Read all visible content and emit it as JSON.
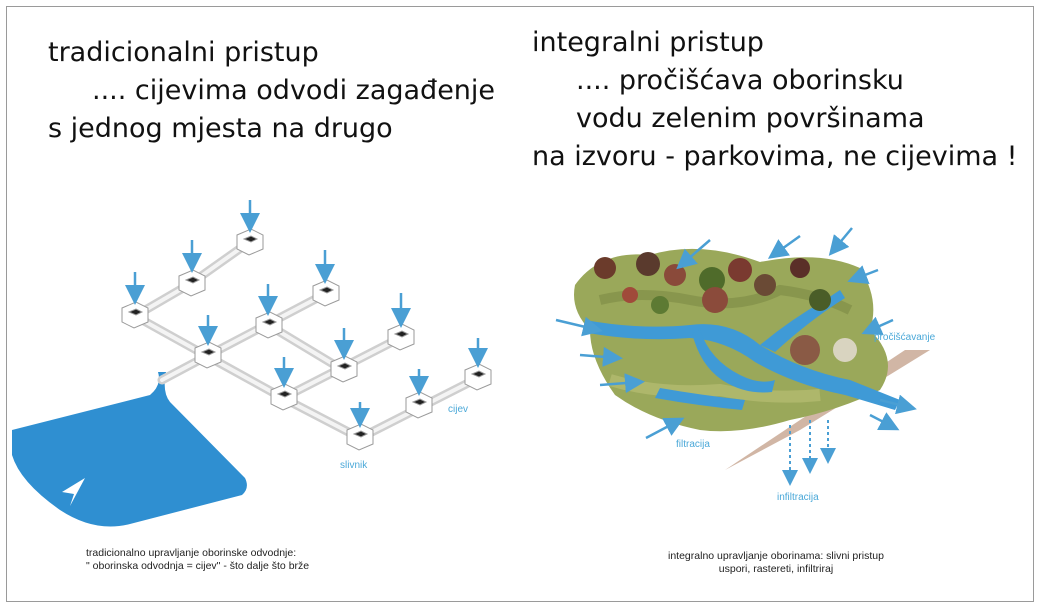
{
  "left": {
    "heading": [
      "tradicionalni pristup",
      ".... cijevima odvodi zagađenje",
      "s jednog mjesta na drugo"
    ],
    "labels": {
      "pipe": "cijev",
      "drain": "slivnik"
    },
    "caption": [
      "tradicionalno upravljanje oborinske odvodnje:",
      "\" oborinska odvodnja = cijev\" - što dalje što brže"
    ]
  },
  "right": {
    "heading": [
      "integralni pristup",
      ".... pročišćava oborinsku",
      "vodu zelenim površinama",
      "na  izvoru - parkovima, ne cijevima !"
    ],
    "labels": {
      "purification": "pročišćavanje",
      "filtration": "filtracija",
      "infiltration": "infiltracija"
    },
    "caption": [
      "integralno upravljanje oborinama: slivni pristup",
      "uspori, rastereti, infiltriraj"
    ]
  },
  "colors": {
    "water": "#2f8fd1",
    "arrow": "#4a9fd4",
    "pipe": "#e2e2e2",
    "label": "#4aa8d8"
  }
}
